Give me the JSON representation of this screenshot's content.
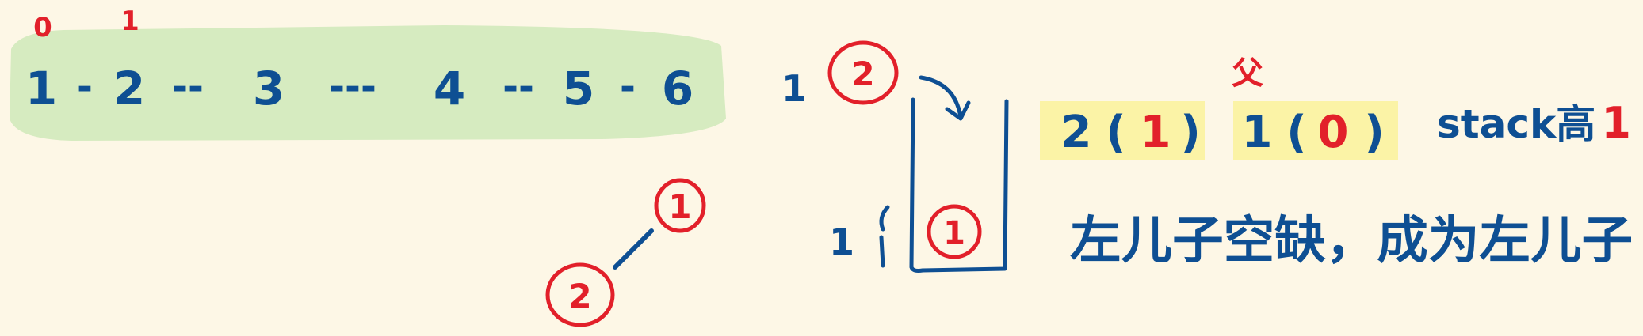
{
  "colors": {
    "background": "#fdf7e6",
    "ink_blue": "#0e4f93",
    "ink_red": "#e2202a",
    "sequence_highlight": "#d6ebc0",
    "stack_highlight": "#fbf3a6"
  },
  "sequence": {
    "index_labels": [
      "0",
      "1"
    ],
    "items": [
      "1",
      "2",
      "3",
      "4",
      "5",
      "6"
    ],
    "separators": [
      "-",
      "--",
      "---",
      "--",
      "-"
    ]
  },
  "tree": {
    "root": "1",
    "left_child": "2"
  },
  "stack": {
    "ticks": [
      "1",
      "1"
    ],
    "top_node": "2",
    "bottom_node": "1"
  },
  "annotation": {
    "parent_label": "父",
    "entry1": {
      "node": "2",
      "open": "(",
      "parent": "1",
      "close": ")"
    },
    "entry2": {
      "node": "1",
      "open": "(",
      "parent": "0",
      "close": ")"
    },
    "stack_height_text": "stack高",
    "stack_height_value": "1",
    "note": "左儿子空缺，成为左儿子"
  }
}
